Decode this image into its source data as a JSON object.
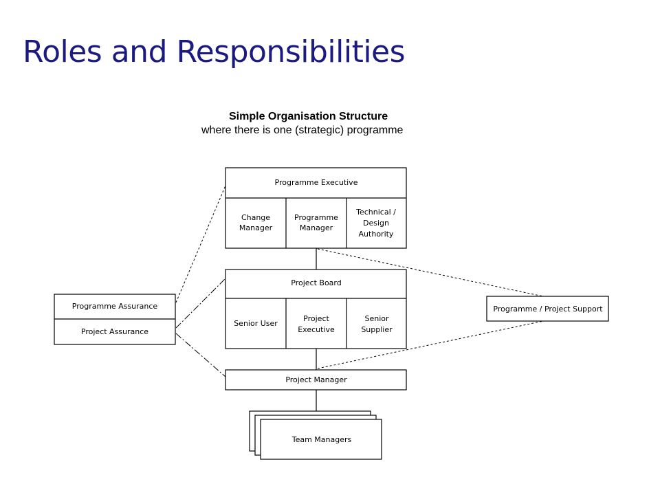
{
  "slide": {
    "title": "Roles and Responsibilities"
  },
  "diagram": {
    "heading": "Simple Organisation Structure",
    "subheading": "where there is one (strategic) programme",
    "programme_executive": "Programme Executive",
    "change_manager": [
      "Change",
      "Manager"
    ],
    "programme_manager": [
      "Programme",
      "Manager"
    ],
    "technical_design_authority": [
      "Technical /",
      "Design",
      "Authority"
    ],
    "project_board": "Project Board",
    "senior_user": "Senior User",
    "project_executive": [
      "Project",
      "Executive"
    ],
    "senior_supplier": [
      "Senior",
      "Supplier"
    ],
    "project_manager": "Project Manager",
    "team_managers": "Team Managers",
    "programme_assurance": "Programme Assurance",
    "project_assurance": "Project Assurance",
    "programme_project_support": "Programme / Project Support"
  },
  "colors": {
    "title": "#1a1a80",
    "line": "#000000",
    "background": "#ffffff"
  }
}
